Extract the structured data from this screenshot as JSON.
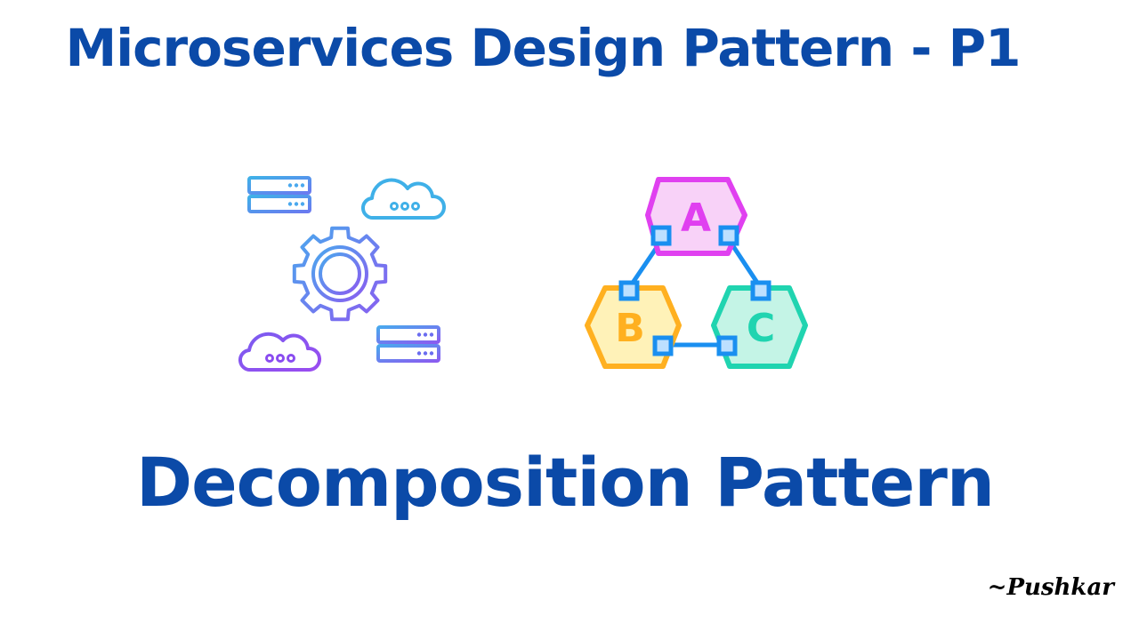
{
  "header": {
    "title": "Microservices Design Pattern - P1"
  },
  "icons": {
    "left": "server-gear-cloud-icon",
    "right": "hexagon-abc-network-icon",
    "hex_a_label": "A",
    "hex_b_label": "B",
    "hex_c_label": "C"
  },
  "colors": {
    "title": "#0b4aa8",
    "gradient_top": "#3fb0e8",
    "gradient_bottom": "#8a4cf0",
    "hex_a": "#e040f0",
    "hex_b": "#ffb020",
    "hex_c": "#20d4b0",
    "connector": "#1a8ff0"
  },
  "main": {
    "subtitle": "Decomposition Pattern"
  },
  "footer": {
    "author": "~Pushkar"
  }
}
